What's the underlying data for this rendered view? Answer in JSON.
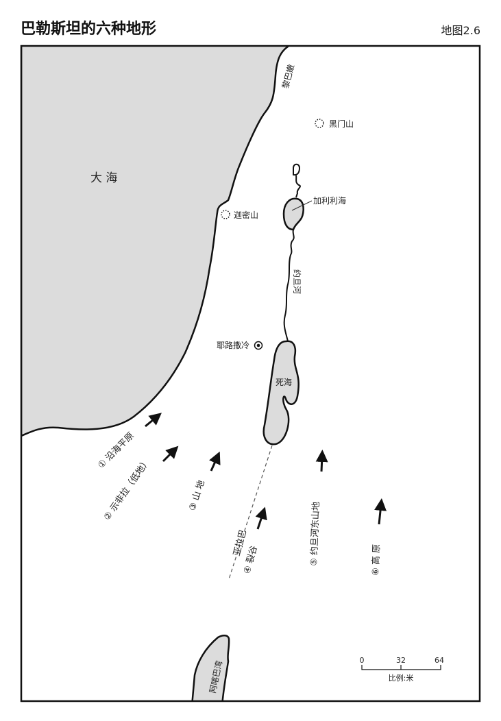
{
  "title": "巴勒斯坦的六种地形",
  "map_number": "地图2.6",
  "colors": {
    "water": "#dcdcdc",
    "line": "#111111"
  },
  "places": {
    "sea": "大 海",
    "lebanon": "黎巴嫩",
    "hermon": "黑门山",
    "carmel": "迦密山",
    "galilee": "加利利海",
    "jordan_river": "约旦河",
    "jerusalem": "耶路撒冷",
    "dead_sea": "死海",
    "aqaba": "阿喀巴湾"
  },
  "regions": [
    {
      "label": "① 沿海平原"
    },
    {
      "label": "② 示非拉（低地）"
    },
    {
      "label": "③ 山  地"
    },
    {
      "label": "④ 裂谷",
      "sublabel": "亚拉巴"
    },
    {
      "label": "⑤ 约旦河东山地"
    },
    {
      "label": "⑥ 高  原"
    }
  ],
  "scale": {
    "ticks": [
      "0",
      "32",
      "64"
    ],
    "label": "比例:米"
  }
}
